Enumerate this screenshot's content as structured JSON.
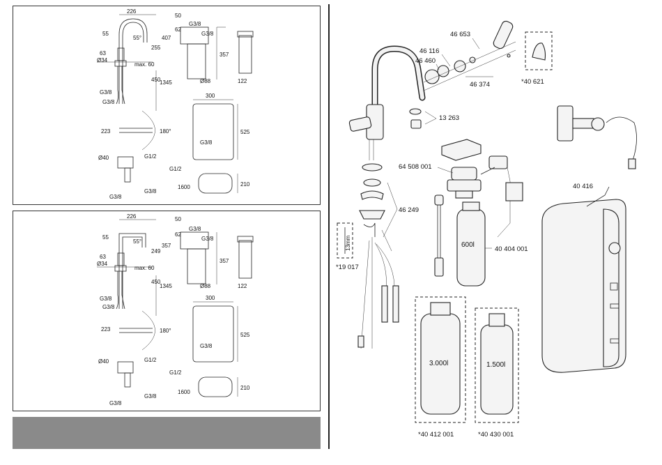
{
  "dimensions_top": {
    "d226": "226",
    "d50": "50",
    "d62": "62",
    "d55a": "55",
    "d55b": "55°",
    "d407": "407",
    "d255": "255",
    "d357": "357",
    "d63": "63",
    "d34": "Ø34",
    "max60": "max. 60",
    "d450": "450",
    "d1345": "1345",
    "g38a": "G3/8",
    "g38b": "G3/8",
    "g38c": "G3/8",
    "g38d": "G3/8",
    "d88": "Ø88",
    "d122": "122",
    "d223": "223",
    "d180": "180°",
    "d300": "300",
    "d525": "525",
    "g38e": "G3/8",
    "g12a": "G1/2",
    "d40": "Ø40",
    "g12b": "G1/2",
    "g38f": "G3/8",
    "g38g": "G3/8",
    "d1600": "1600",
    "d210": "210"
  },
  "dimensions_bottom": {
    "d226": "226",
    "d50": "50",
    "d62": "62",
    "d55a": "55",
    "d55b": "55°",
    "d357a": "357",
    "d249": "249",
    "d357b": "357",
    "d63": "63",
    "d34": "Ø34",
    "max60": "max. 60",
    "d450": "450",
    "d1345": "1345",
    "g38a": "G3/8",
    "g38b": "G3/8",
    "g38c": "G3/8",
    "g38d": "G3/8",
    "d88": "Ø88",
    "d122": "122",
    "d223": "223",
    "d180": "180°",
    "d300": "300",
    "d525": "525",
    "g38e": "G3/8",
    "g12a": "G1/2",
    "d40": "Ø40",
    "g12b": "G1/2",
    "g38f": "G3/8",
    "g38g": "G3/8",
    "d1600": "1600",
    "d210": "210"
  },
  "parts": {
    "p46653": "46 653",
    "p46116": "46 116",
    "p46460": "46 460",
    "p46374": "46 374",
    "p40621": "*40 621",
    "p13263": "13 263",
    "p64508": "64 508 001",
    "p46249": "46 249",
    "p19017": "*19 017",
    "p40416": "40 416",
    "p40404": "40 404 001",
    "p40412": "*40 412 001",
    "p40430": "*40 430 001",
    "cap600": "600l",
    "cap3000": "3.000l",
    "cap1500": "1.500l",
    "label13mm": "13mm"
  }
}
